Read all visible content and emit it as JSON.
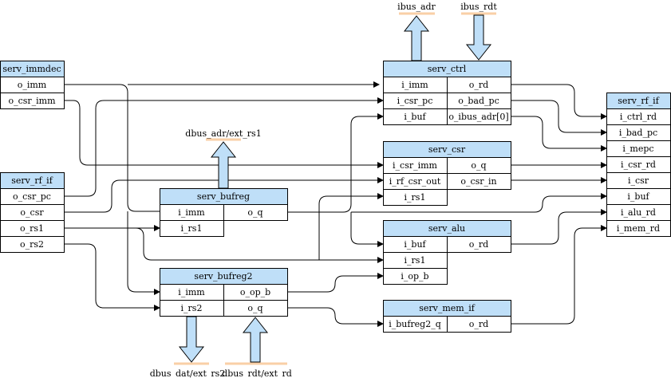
{
  "blocks": [
    {
      "id": "serv_immdec",
      "title": "serv_immdec",
      "rows": [
        [
          "o_imm",
          ""
        ],
        [
          "o_csr_imm",
          ""
        ]
      ]
    },
    {
      "id": "serv_rf_if_left",
      "title": "serv_rf_if",
      "rows": [
        [
          "o_csr_pc",
          ""
        ],
        [
          "o_csr",
          ""
        ],
        [
          "o_rs1",
          ""
        ],
        [
          "o_rs2",
          ""
        ]
      ]
    },
    {
      "id": "serv_bufreg",
      "title": "serv_bufreg",
      "rows": [
        [
          "i_imm",
          "o_q"
        ],
        [
          "i_rs1",
          ""
        ]
      ]
    },
    {
      "id": "serv_bufreg2",
      "title": "serv_bufreg2",
      "rows": [
        [
          "i_imm",
          "o_op_b"
        ],
        [
          "i_rs2",
          "o_q"
        ]
      ]
    },
    {
      "id": "serv_ctrl",
      "title": "serv_ctrl",
      "rows": [
        [
          "i_imm",
          "o_rd"
        ],
        [
          "i_csr_pc",
          "o_bad_pc"
        ],
        [
          "i_buf",
          "o_ibus_adr[0]"
        ]
      ]
    },
    {
      "id": "serv_csr",
      "title": "serv_csr",
      "rows": [
        [
          "i_csr_imm",
          "o_q"
        ],
        [
          "i_rf_csr_out",
          "o_csr_in"
        ],
        [
          "i_rs1",
          ""
        ]
      ]
    },
    {
      "id": "serv_alu",
      "title": "serv_alu",
      "rows": [
        [
          "i_buf",
          "o_rd"
        ],
        [
          "i_rs1",
          ""
        ],
        [
          "i_op_b",
          ""
        ]
      ]
    },
    {
      "id": "serv_mem_if",
      "title": "serv_mem_if",
      "rows": [
        [
          "i_bufreg2_q",
          "o_rd"
        ]
      ]
    },
    {
      "id": "serv_rf_if_right",
      "title": "serv_rf_if",
      "rows": [
        [
          "i_ctrl_rd",
          ""
        ],
        [
          "i_bad_pc",
          ""
        ],
        [
          "i_mepc",
          ""
        ],
        [
          "i_csr_rd",
          ""
        ],
        [
          "i_csr",
          ""
        ],
        [
          "i_buf",
          ""
        ],
        [
          "i_alu_rd",
          ""
        ],
        [
          "i_mem_rd",
          ""
        ]
      ]
    }
  ],
  "external_signals": [
    {
      "id": "ibus_adr",
      "label": "ibus_adr",
      "direction": "out"
    },
    {
      "id": "ibus_rdt",
      "label": "ibus_rdt",
      "direction": "in"
    },
    {
      "id": "dbus_adr",
      "label": "dbus_adr/ext_rs1",
      "direction": "out"
    },
    {
      "id": "dbus_dat",
      "label": "dbus_dat/ext_rs2",
      "direction": "out"
    },
    {
      "id": "dbus_rdt",
      "label": "dbus_rdt/ext_rd",
      "direction": "in"
    }
  ],
  "connections": [
    {
      "from": "serv_immdec.o_imm",
      "to": [
        "serv_ctrl.i_imm",
        "serv_bufreg.i_imm",
        "serv_bufreg2.i_imm"
      ]
    },
    {
      "from": "serv_immdec.o_csr_imm",
      "to": [
        "serv_csr.i_csr_imm"
      ]
    },
    {
      "from": "serv_rf_if.o_csr_pc",
      "to": [
        "serv_ctrl.i_csr_pc"
      ]
    },
    {
      "from": "serv_rf_if.o_csr",
      "to": [
        "serv_csr.i_rf_csr_out"
      ]
    },
    {
      "from": "serv_rf_if.o_rs1",
      "to": [
        "serv_bufreg.i_rs1",
        "serv_alu.i_rs1",
        "serv_csr.i_rs1"
      ]
    },
    {
      "from": "serv_rf_if.o_rs2",
      "to": [
        "serv_bufreg2.i_rs2"
      ]
    },
    {
      "from": "serv_bufreg.o_q",
      "to": [
        "serv_ctrl.i_buf",
        "serv_alu.i_buf",
        "serv_rf_if.i_buf"
      ]
    },
    {
      "from": "serv_bufreg2.o_op_b",
      "to": [
        "serv_alu.i_op_b"
      ]
    },
    {
      "from": "serv_bufreg2.o_q",
      "to": [
        "serv_mem_if.i_bufreg2_q"
      ]
    },
    {
      "from": "serv_ctrl.o_rd",
      "to": [
        "serv_rf_if.i_ctrl_rd"
      ]
    },
    {
      "from": "serv_ctrl.o_bad_pc",
      "to": [
        "serv_rf_if.i_bad_pc"
      ]
    },
    {
      "from": "serv_ctrl.o_ibus_adr[0]",
      "to": [
        "serv_rf_if.i_mepc"
      ]
    },
    {
      "from": "serv_csr.o_q",
      "to": [
        "serv_rf_if.i_csr_rd"
      ]
    },
    {
      "from": "serv_csr.o_csr_in",
      "to": [
        "serv_rf_if.i_csr"
      ]
    },
    {
      "from": "serv_alu.o_rd",
      "to": [
        "serv_rf_if.i_alu_rd"
      ]
    },
    {
      "from": "serv_mem_if.o_rd",
      "to": [
        "serv_rf_if.i_mem_rd"
      ]
    }
  ],
  "colors": {
    "block_fill": "#bfdff8",
    "external_line": "#f9cfa6",
    "wire": "#000000"
  }
}
